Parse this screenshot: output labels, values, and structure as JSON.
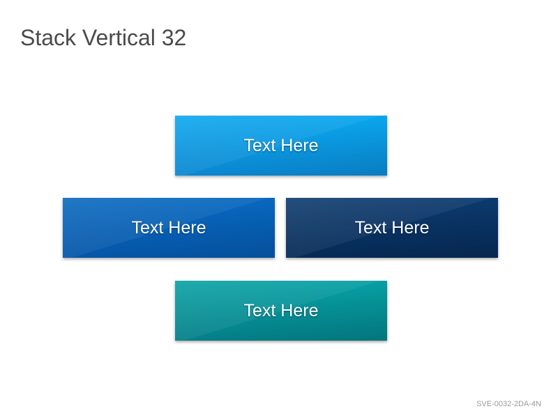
{
  "slide": {
    "title": "Stack Vertical 32",
    "code": "SVE-0032-2DA-4N"
  },
  "boxes": [
    {
      "label": "Text Here",
      "color_top": "#0aa6ee",
      "color_bottom": "#0a87d0"
    },
    {
      "label": "Text Here",
      "color_top": "#0868bf",
      "color_bottom": "#0556a8"
    },
    {
      "label": "Text Here",
      "color_top": "#0c3a6e",
      "color_bottom": "#062a55"
    },
    {
      "label": "Text Here",
      "color_top": "#06a0a4",
      "color_bottom": "#047f87"
    }
  ]
}
